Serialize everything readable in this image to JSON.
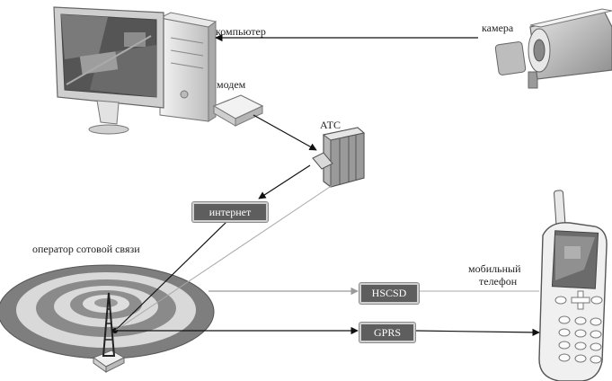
{
  "labels": {
    "computer": "компьютер",
    "camera": "камера",
    "modem": "модем",
    "ats": "АТС",
    "internet": "интернет",
    "operator": "оператор сотовой связи",
    "hscsd": "HSCSD",
    "gprs": "GPRS",
    "mobile_line1": "мобильный",
    "mobile_line2": "телефон"
  },
  "colors": {
    "box_fill": "#5e5e5e",
    "arrow": "#111111",
    "grey_line": "#a8a8a8",
    "ring_dark": "#7a7a7a",
    "ring_light": "#d6d6d6"
  }
}
